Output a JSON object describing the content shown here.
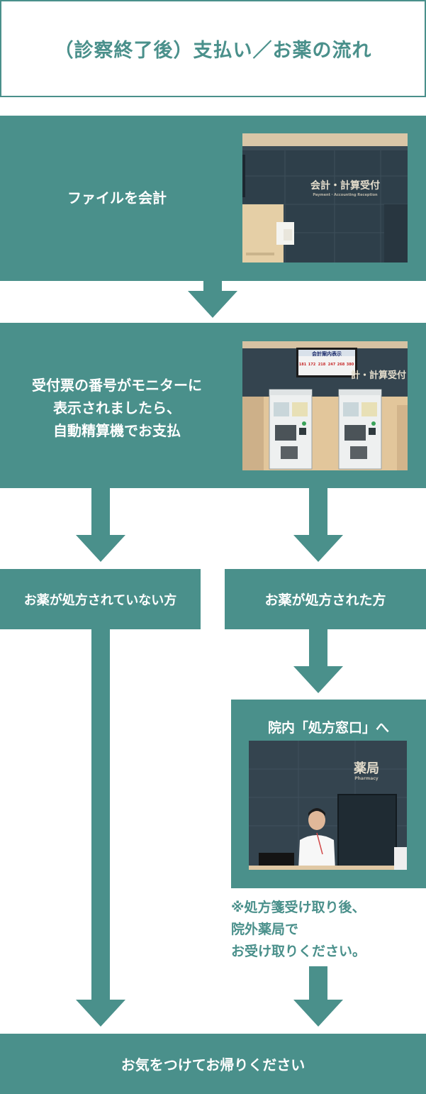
{
  "title": "（診察終了後）支払い／お薬の流れ",
  "steps": {
    "file_accounting": {
      "label": "ファイルを会計",
      "photo_sign": "会計・計算受付",
      "photo_sign_sub": "Payment・Accounting Reception"
    },
    "payment": {
      "lines": [
        "受付票の番号がモニターに",
        "表示されましたら、",
        "自動精算機でお支払"
      ],
      "monitor_title": "会計案内表示",
      "monitor_numbers": [
        "181",
        "172",
        "218",
        "247",
        "268",
        "380"
      ],
      "photo_sign": "計・計算受付"
    },
    "no_prescription": {
      "label": "お薬が処方されていない方"
    },
    "prescription": {
      "label": "お薬が処方された方"
    },
    "pharmacy_window": {
      "label": "院内「処方窓口」へ",
      "photo_sign": "薬局",
      "photo_sign_sub": "Pharmacy"
    },
    "note": {
      "lines": [
        "※処方箋受け取り後、",
        "院外薬局で",
        "お受け取りください。"
      ]
    },
    "final": {
      "label": "お気をつけてお帰りください"
    }
  },
  "colors": {
    "teal": "#4a908b",
    "white": "#ffffff"
  }
}
